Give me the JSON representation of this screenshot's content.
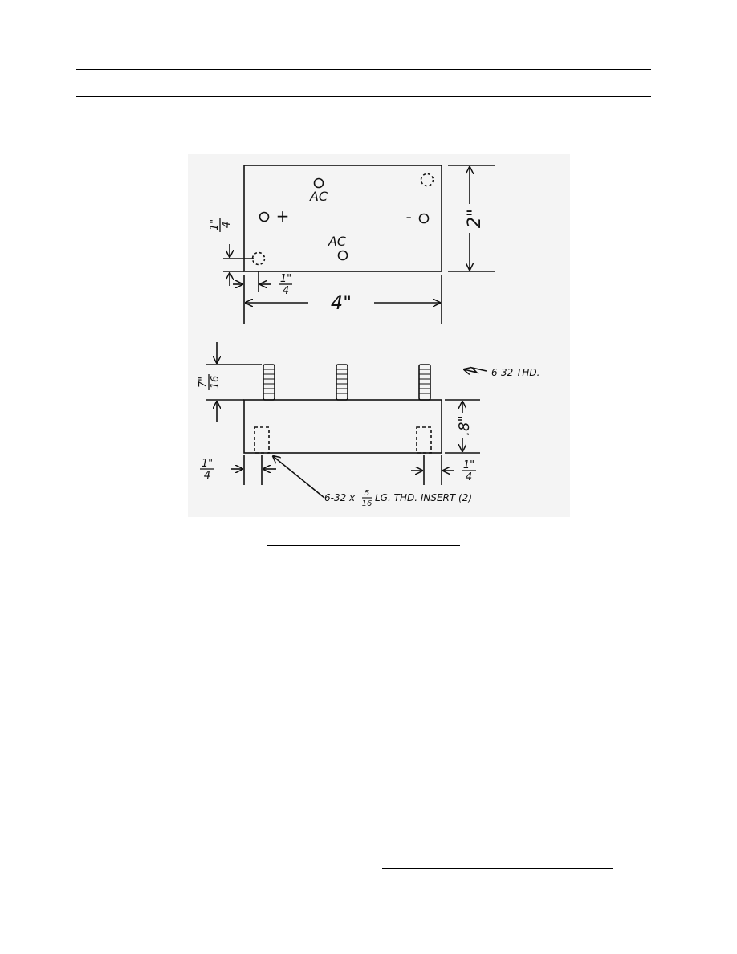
{
  "figure": {
    "plan_view": {
      "hole_labels": {
        "ac_top": "AC",
        "ac_bottom": "AC",
        "positive": "+",
        "negative": "-"
      },
      "dimensions": {
        "height": "2\"",
        "width": "4\"",
        "left_offset": {
          "num": "1\"",
          "den": "4"
        },
        "bottom_offset": {
          "num": "1\"",
          "den": "4"
        }
      }
    },
    "side_view": {
      "dimensions": {
        "stud_height": {
          "num": "7\"",
          "den": "16"
        },
        "block_height": ".8\"",
        "left_inset": {
          "num": "1\"",
          "den": "4"
        },
        "right_inset": {
          "num": "1\"",
          "den": "4"
        }
      },
      "callouts": {
        "stud_thread": "6-32 THD.",
        "insert_prefix": "6-32 x",
        "insert_frac_num": "5",
        "insert_frac_den": "16",
        "insert_suffix": "LG. THD. INSERT (2)"
      }
    }
  }
}
